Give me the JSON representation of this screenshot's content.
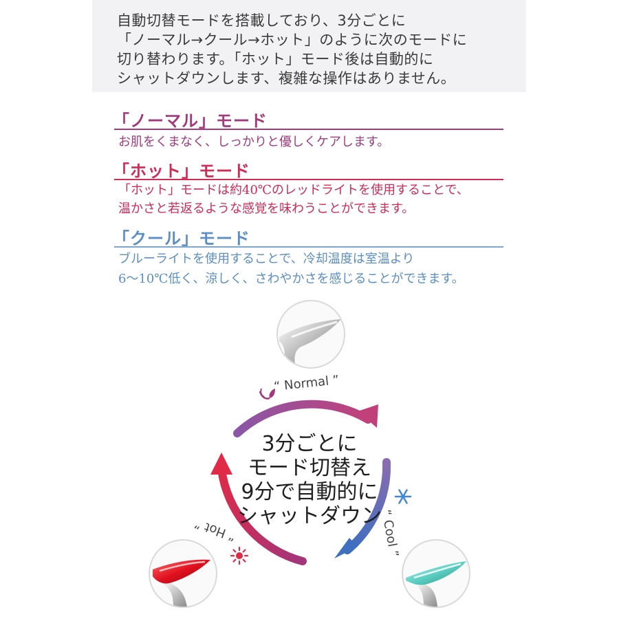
{
  "intro": {
    "lines": [
      "自動切替モードを搭載しており、3分ごとに",
      "「ノーマル→クール→ホット」のように次のモードに",
      "切り替わります。「ホット」モード後は自動的に",
      "シャットダウンします、複雑な操作はありません。"
    ]
  },
  "modes": {
    "normal": {
      "title": "「ノーマル」モード",
      "desc": [
        "お肌をくまなく、しっかりと優しくケアします。"
      ],
      "color": "#a23a7c"
    },
    "hot": {
      "title": "「ホット」モード",
      "desc": [
        "「ホット」モードは約40℃のレッドライトを使用することで、",
        "温かさと若返るような感覚を味わうことができます。"
      ],
      "color": "#cf2b57"
    },
    "cool": {
      "title": "「クール」モード",
      "desc": [
        "ブルーライトを使用することで、冷却温度は室温より",
        "6～10℃低く、涼しく、さわやかさを感じることができます。"
      ],
      "color": "#5b8ec3"
    }
  },
  "cycle": {
    "center_lines": [
      "3分ごとに",
      "モード切替え",
      "9分で自動的に",
      "シャットダウン"
    ],
    "labels": {
      "normal": "“ Normal ”",
      "cool": "“ Cool ”",
      "hot": "“ Hot ”"
    },
    "icons": {
      "normal": "leaf-icon",
      "cool": "snowflake-icon",
      "hot": "sun-icon"
    }
  }
}
